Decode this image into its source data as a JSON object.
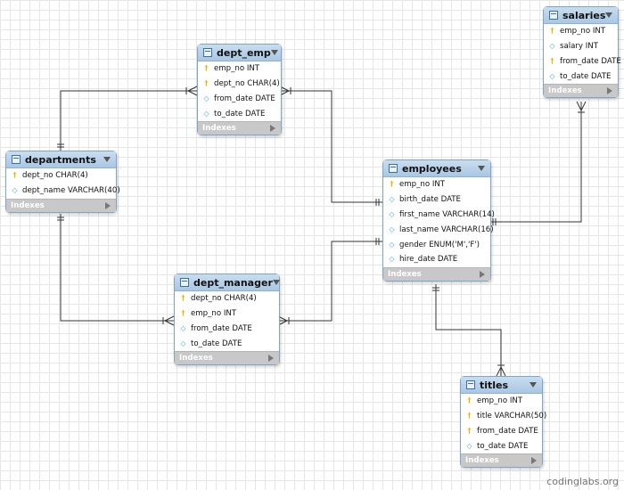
{
  "tables": [
    {
      "id": "dept_emp",
      "name": "dept_emp",
      "columns": [
        {
          "icon": "key-icon",
          "text": "emp_no INT"
        },
        {
          "icon": "key-icon",
          "text": "dept_no CHAR(4)"
        },
        {
          "icon": "attribute-icon",
          "text": "from_date DATE"
        },
        {
          "icon": "attribute-icon",
          "text": "to_date DATE"
        }
      ],
      "indexes_label": "Indexes"
    },
    {
      "id": "salaries",
      "name": "salaries",
      "columns": [
        {
          "icon": "key-icon",
          "text": "emp_no INT"
        },
        {
          "icon": "attribute-icon",
          "text": "salary INT"
        },
        {
          "icon": "key-icon",
          "text": "from_date DATE"
        },
        {
          "icon": "attribute-icon",
          "text": "to_date DATE"
        }
      ],
      "indexes_label": "Indexes"
    },
    {
      "id": "departments",
      "name": "departments",
      "columns": [
        {
          "icon": "key-icon",
          "text": "dept_no CHAR(4)"
        },
        {
          "icon": "attribute-icon",
          "text": "dept_name VARCHAR(40)"
        }
      ],
      "indexes_label": "Indexes"
    },
    {
      "id": "employees",
      "name": "employees",
      "columns": [
        {
          "icon": "key-icon",
          "text": "emp_no INT"
        },
        {
          "icon": "attribute-icon",
          "text": "birth_date DATE"
        },
        {
          "icon": "attribute-icon",
          "text": "first_name VARCHAR(14)"
        },
        {
          "icon": "attribute-icon",
          "text": "last_name VARCHAR(16)"
        },
        {
          "icon": "attribute-icon",
          "text": "gender ENUM('M','F')"
        },
        {
          "icon": "attribute-icon",
          "text": "hire_date DATE"
        }
      ],
      "indexes_label": "Indexes"
    },
    {
      "id": "dept_manager",
      "name": "dept_manager",
      "columns": [
        {
          "icon": "key-icon",
          "text": "dept_no CHAR(4)"
        },
        {
          "icon": "key-icon",
          "text": "emp_no INT"
        },
        {
          "icon": "attribute-icon",
          "text": "from_date DATE"
        },
        {
          "icon": "attribute-icon",
          "text": "to_date DATE"
        }
      ],
      "indexes_label": "Indexes"
    },
    {
      "id": "titles",
      "name": "titles",
      "columns": [
        {
          "icon": "key-icon",
          "text": "emp_no INT"
        },
        {
          "icon": "key-icon",
          "text": "title VARCHAR(50)"
        },
        {
          "icon": "key-icon",
          "text": "from_date DATE"
        },
        {
          "icon": "attribute-icon",
          "text": "to_date DATE"
        }
      ],
      "indexes_label": "Indexes"
    }
  ],
  "relationships": [
    {
      "from": "departments",
      "to": "dept_emp",
      "cardinality": "one-to-many"
    },
    {
      "from": "employees",
      "to": "dept_emp",
      "cardinality": "one-to-many"
    },
    {
      "from": "departments",
      "to": "dept_manager",
      "cardinality": "one-to-many"
    },
    {
      "from": "employees",
      "to": "dept_manager",
      "cardinality": "one-to-many"
    },
    {
      "from": "employees",
      "to": "salaries",
      "cardinality": "one-to-many"
    },
    {
      "from": "employees",
      "to": "titles",
      "cardinality": "one-to-many"
    }
  ],
  "colors": {
    "header": "#a9c7e3",
    "border": "#7fa6c8",
    "connector": "#333333",
    "indexes_bar": "#c8c8c8"
  },
  "watermark": "codinglabs.org"
}
